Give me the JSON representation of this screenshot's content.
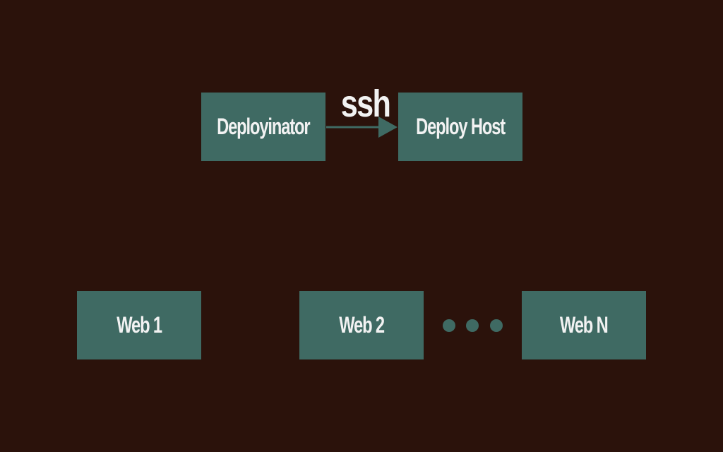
{
  "diagram": {
    "nodes": {
      "deployinator": "Deployinator",
      "deploy_host": "Deploy Host",
      "web_1": "Web 1",
      "web_2": "Web 2",
      "web_n": "Web N"
    },
    "edges": [
      {
        "from": "Deployinator",
        "to": "Deploy Host",
        "label": "ssh"
      }
    ],
    "edge_label": "ssh",
    "colors": {
      "background": "#2b120b",
      "node_fill": "#3f6a63",
      "text": "#f2f2f2",
      "arrow": "#3f6a63"
    }
  }
}
